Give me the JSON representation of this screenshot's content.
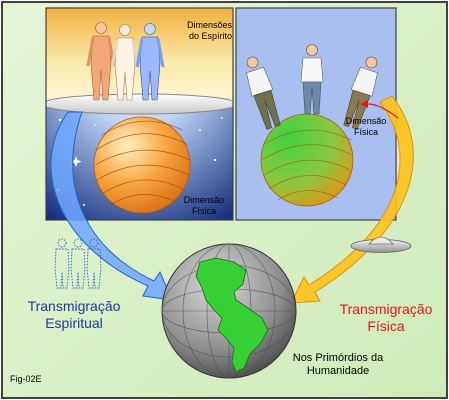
{
  "figure": {
    "id_label": "Fig-02E",
    "spirit_panel": {
      "title_line1": "Dimensões",
      "title_line2": "do Espírito",
      "physical_line1": "Dimensão",
      "physical_line2": "Física"
    },
    "physical_panel": {
      "label_line1": "Dimensão",
      "label_line2": "Física"
    },
    "left_caption": {
      "line1": "Transmigração",
      "line2": "Espiritual"
    },
    "right_caption": {
      "line1": "Transmigração",
      "line2": "Física"
    },
    "earth_caption": {
      "line1": "Nos Primórdios da",
      "line2": "Humanidade"
    },
    "colors": {
      "background": "#d8f0c4",
      "left_arrow": "#6fa8ff",
      "right_arrow": "#ffc21a",
      "left_text": "#1a3a9a",
      "right_text": "#e01818"
    }
  }
}
